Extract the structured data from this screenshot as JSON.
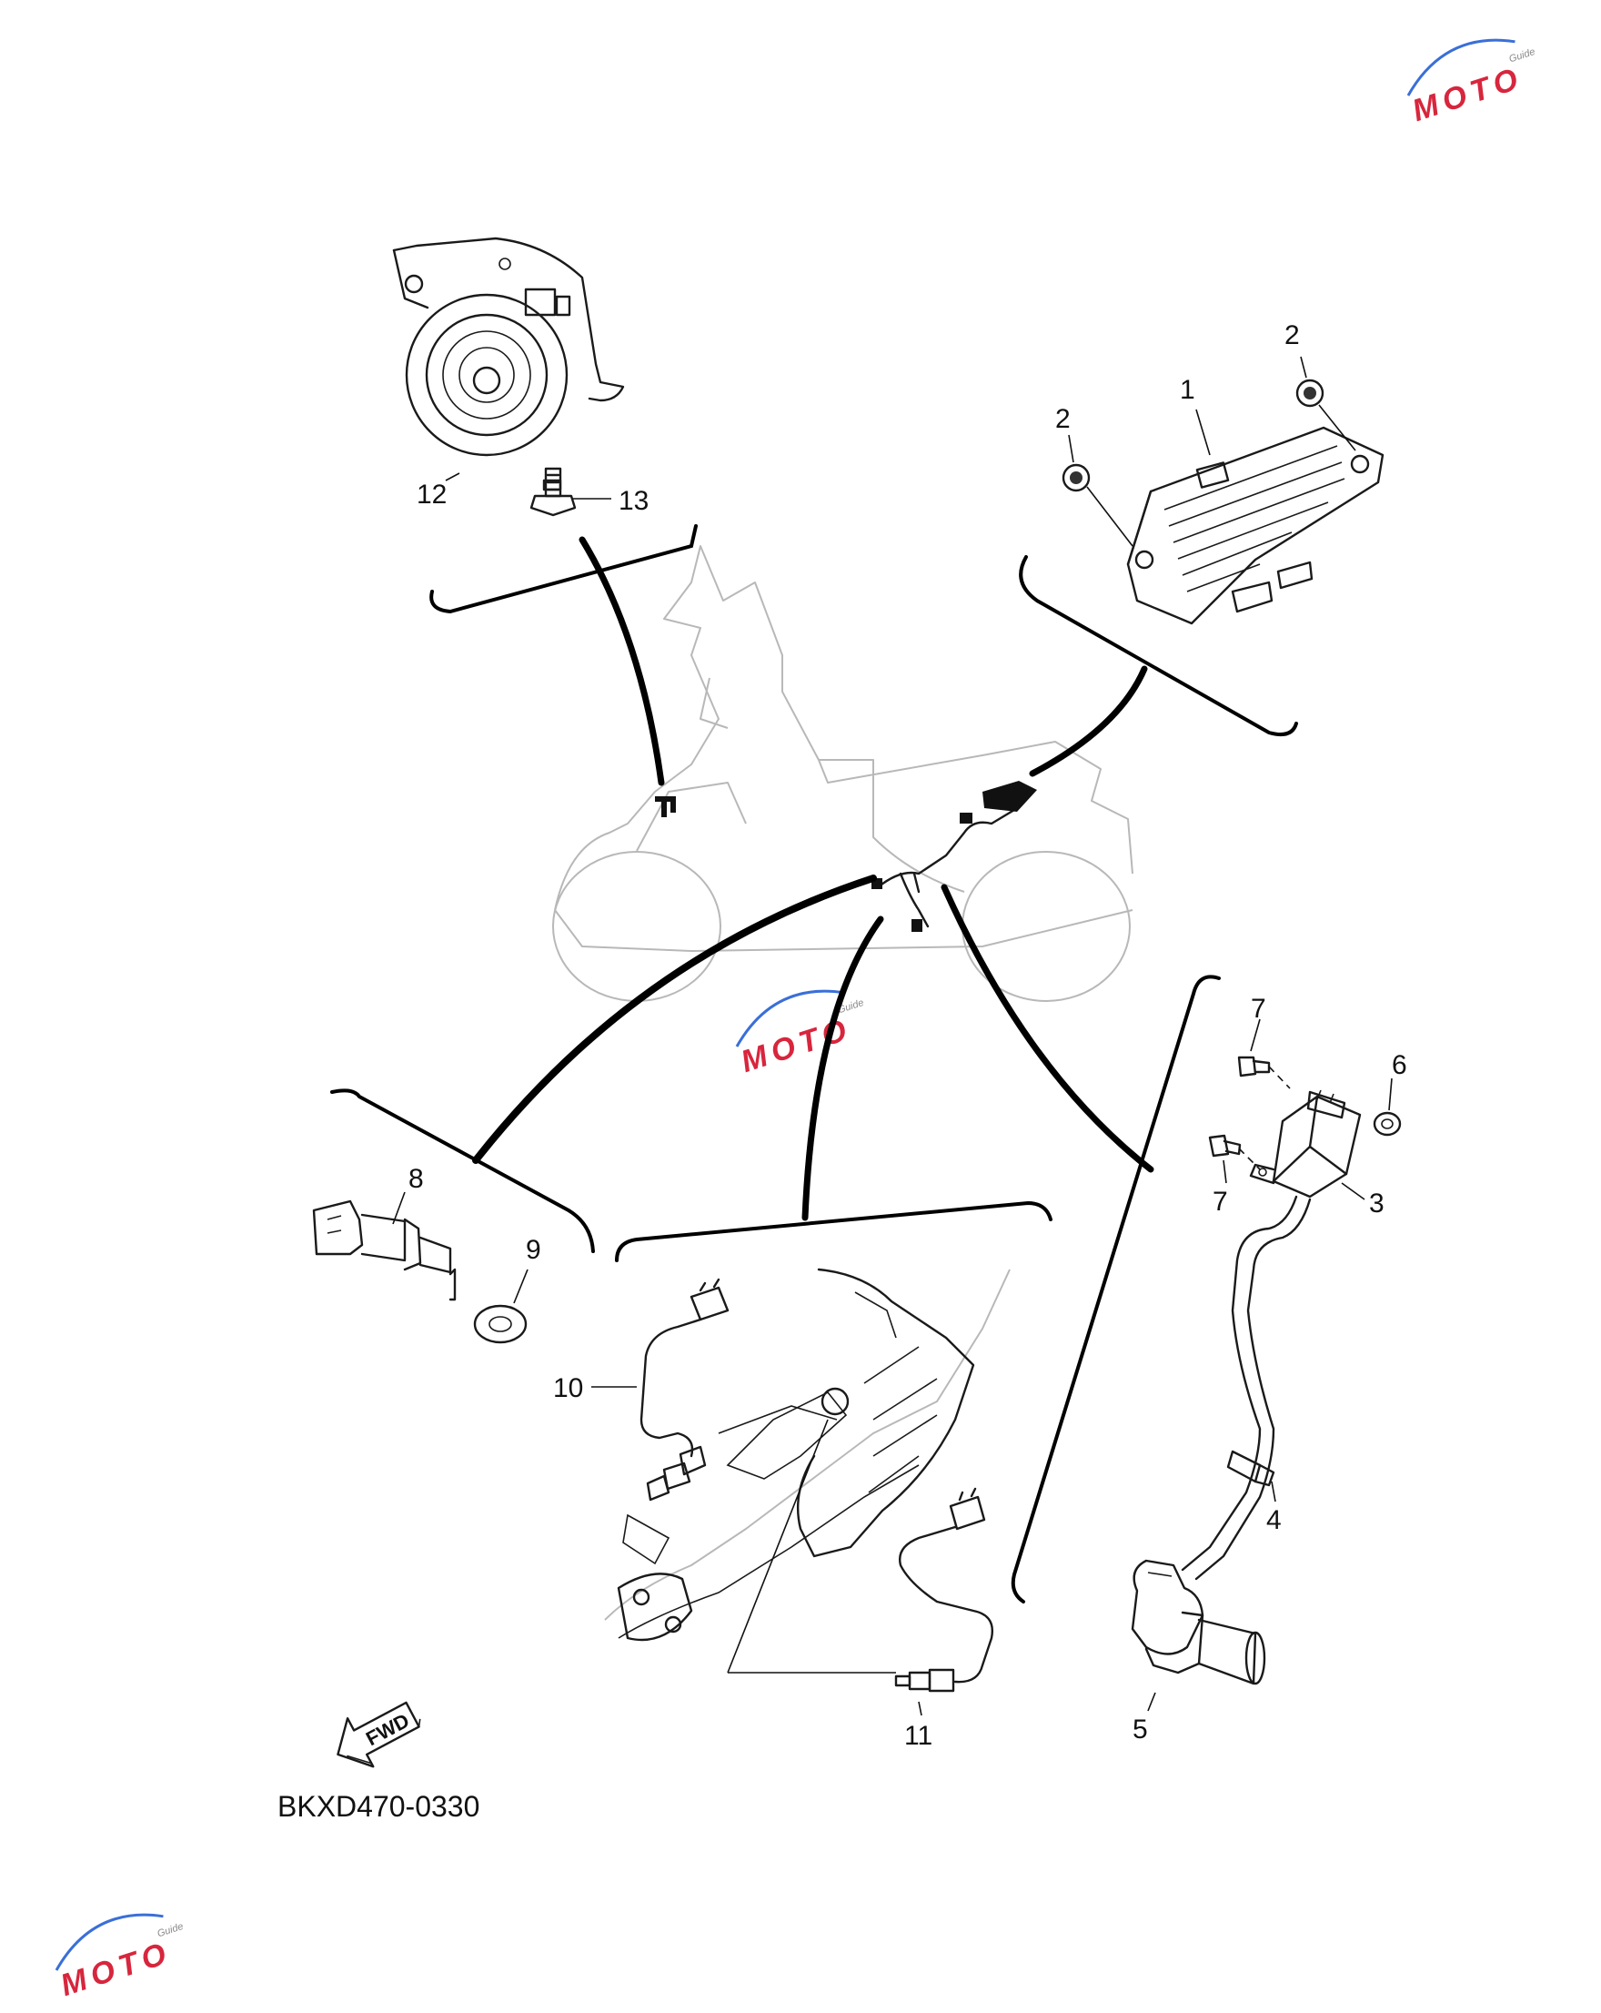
{
  "diagram": {
    "code": "BKXD470-0330",
    "fwd_label": "FWD",
    "watermark": {
      "brand": "MOTO",
      "tag": "Guide",
      "accent": "#d7263d",
      "swoosh": "#3a6fd8"
    },
    "callouts": {
      "c1": "1",
      "c2a": "2",
      "c2b": "2",
      "c3": "3",
      "c4": "4",
      "c5": "5",
      "c6": "6",
      "c7a": "7",
      "c7b": "7",
      "c8": "8",
      "c9": "9",
      "c10": "10",
      "c11": "11",
      "c12": "12",
      "c13": "13"
    }
  }
}
